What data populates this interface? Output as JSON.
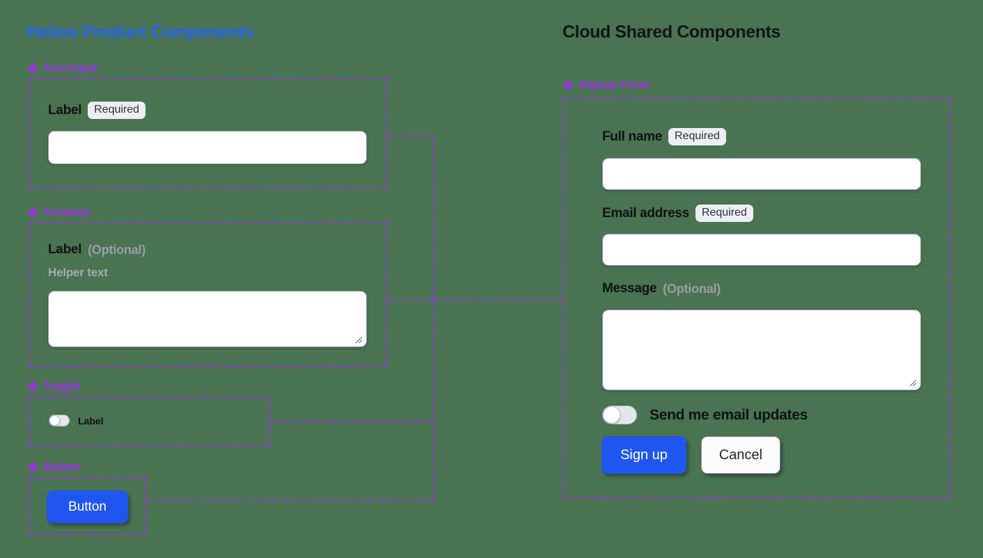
{
  "columns": {
    "left_title": "Helios Product Components",
    "right_title": "Cloud Shared Components"
  },
  "colors": {
    "background": "#4a7351",
    "left_title": "#2563eb",
    "right_title": "#131318",
    "accent_purple": "#9b2fe8",
    "primary_button": "#1f56f0",
    "badge_bg": "#eceef1",
    "muted_text": "#9a9ea6"
  },
  "left_sections": {
    "text_input": {
      "heading": "Text Input",
      "icon": "diamond-cluster-icon",
      "label": "Label",
      "badge": "Required",
      "input_value": "",
      "input_placeholder": ""
    },
    "textarea": {
      "heading": "Textarea",
      "icon": "diamond-cluster-icon",
      "label": "Label",
      "optional": "(Optional)",
      "helper_text": "Helper text",
      "textarea_value": "",
      "textarea_placeholder": ""
    },
    "toggle": {
      "heading": "Toggle",
      "icon": "diamond-cluster-icon",
      "label": "Label",
      "state": "off"
    },
    "button": {
      "heading": "Button",
      "icon": "diamond-cluster-icon",
      "label": "Button"
    }
  },
  "signup_form": {
    "heading": "Signup Form",
    "icon": "diamond-cluster-icon",
    "fields": {
      "full_name": {
        "label": "Full name",
        "badge": "Required",
        "value": "",
        "placeholder": ""
      },
      "email": {
        "label": "Email address",
        "badge": "Required",
        "value": "",
        "placeholder": ""
      },
      "message": {
        "label": "Message",
        "optional": "(Optional)",
        "value": "",
        "placeholder": ""
      }
    },
    "toggle": {
      "label": "Send me email updates",
      "state": "off"
    },
    "actions": {
      "submit": "Sign up",
      "cancel": "Cancel"
    }
  }
}
